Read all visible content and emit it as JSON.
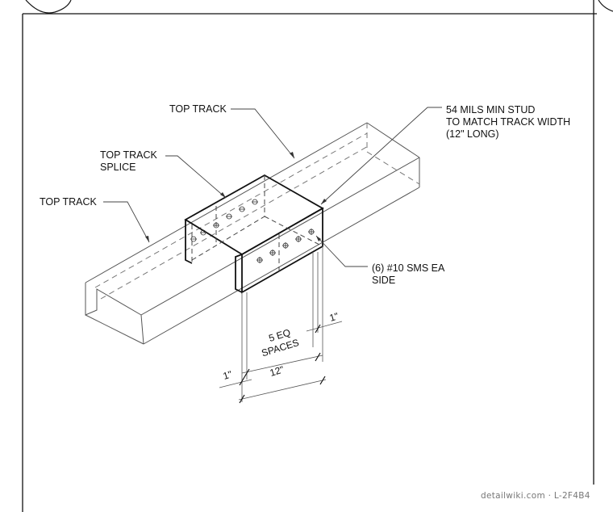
{
  "labels": {
    "top_track_upper": "TOP TRACK",
    "top_track_splice_line1": "TOP TRACK",
    "top_track_splice_line2": "SPLICE",
    "top_track_left": "TOP TRACK",
    "stud_line1": "54 MILS MIN STUD",
    "stud_line2": "TO MATCH TRACK WIDTH",
    "stud_line3": "(12\" LONG)",
    "screws_line1": "(6) #10 SMS EA",
    "screws_line2": "SIDE"
  },
  "dimensions": {
    "spaces_line1": "5 EQ",
    "spaces_line2": "SPACES",
    "length": "12\"",
    "end_left": "1\"",
    "end_right": "1\""
  },
  "footer": {
    "watermark": "detailwiki.com · L-2F4B4"
  }
}
